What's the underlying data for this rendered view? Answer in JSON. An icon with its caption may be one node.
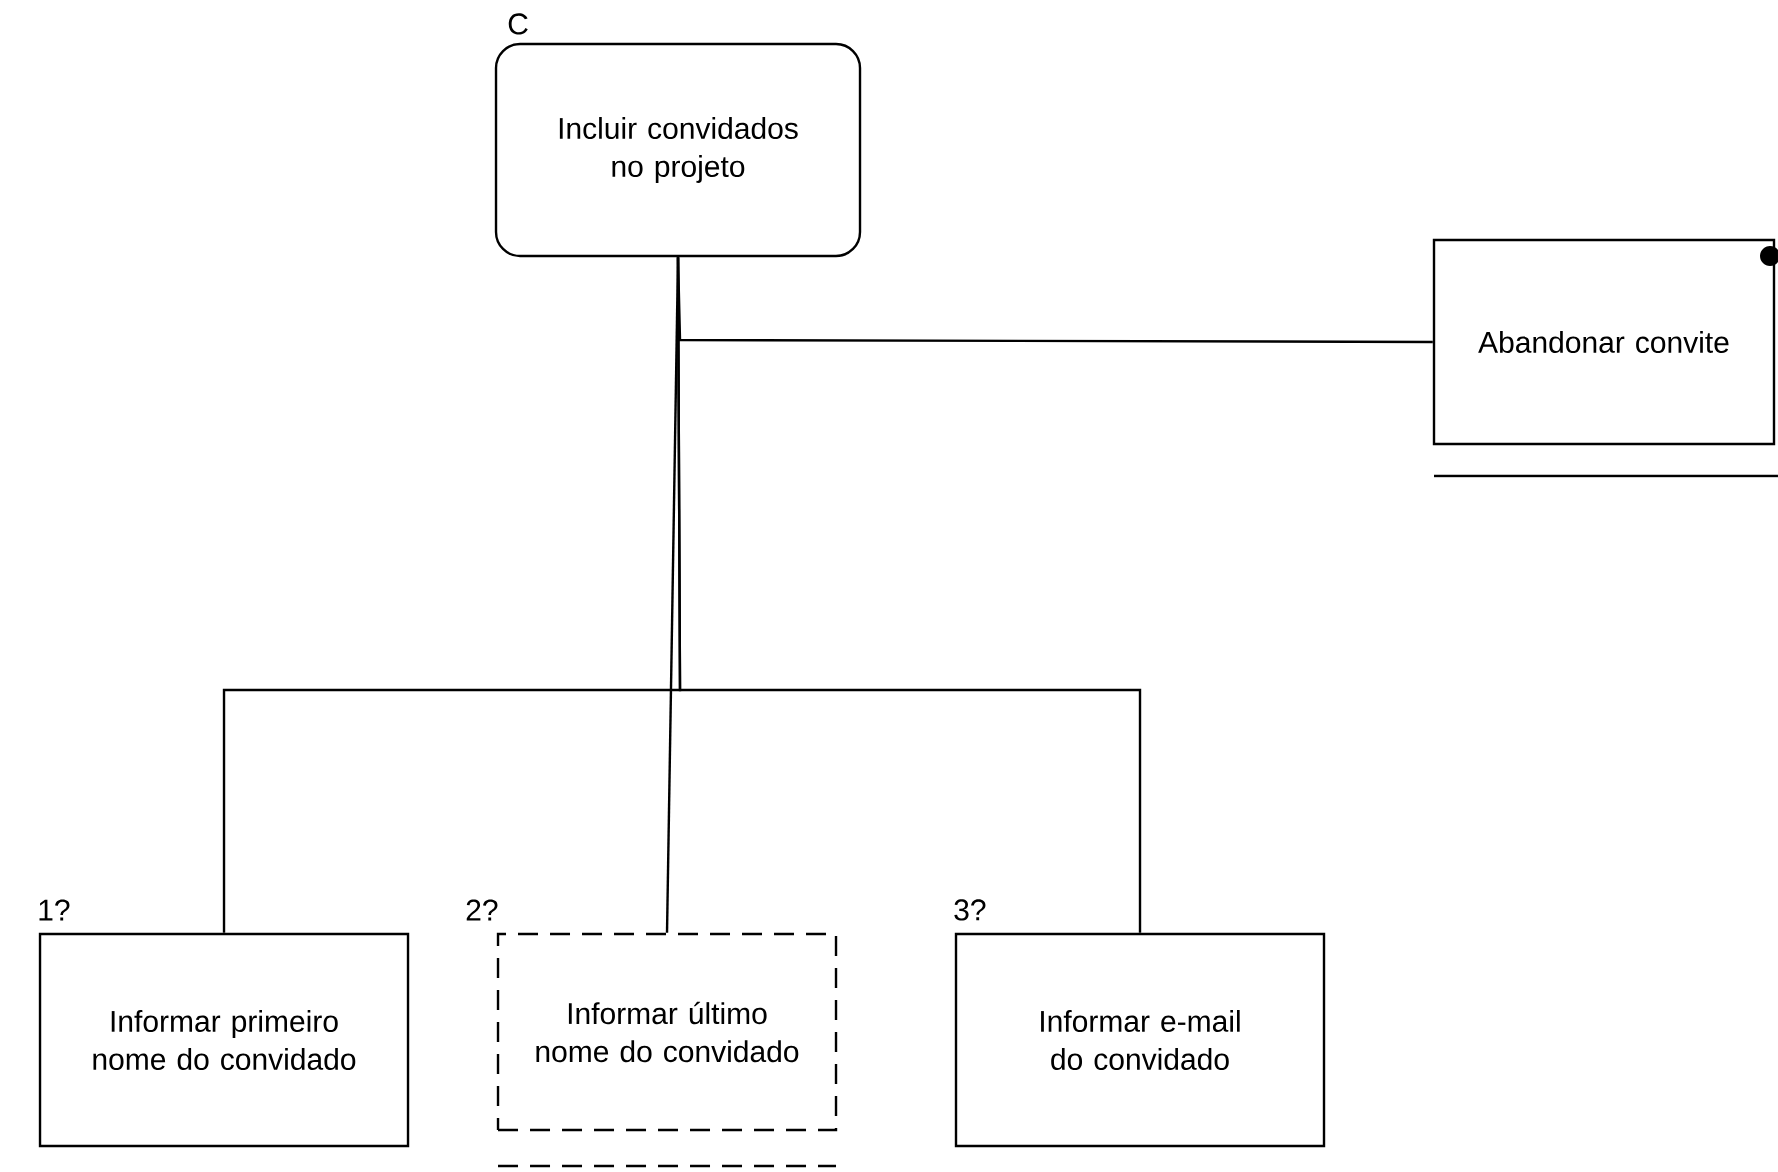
{
  "diagram": {
    "nodes": [
      {
        "text": [
          "Incluir convidados no projeto"
        ],
        "beside": [
          "C"
        ]
      },
      {
        "text": [
          "Abandonar convite"
        ]
      },
      {
        "text": [
          "Informar primeiro nome do convidado"
        ],
        "beside": [
          "1?"
        ]
      },
      {
        "text": [
          "Informar último nome do convidado"
        ],
        "beside": [
          "2?"
        ]
      },
      {
        "text": [
          "Informar e-mail do convidado"
        ],
        "beside": [
          "3?"
        ]
      }
    ],
    "edges": [
      {
        "from": 0,
        "to": 1,
        "arrow": "none"
      },
      {
        "from": 0,
        "to": 2,
        "arrow": "none"
      },
      {
        "from": 0,
        "to": 3,
        "arrow": "none"
      },
      {
        "from": 0,
        "to": 4,
        "arrow": "none"
      }
    ]
  }
}
